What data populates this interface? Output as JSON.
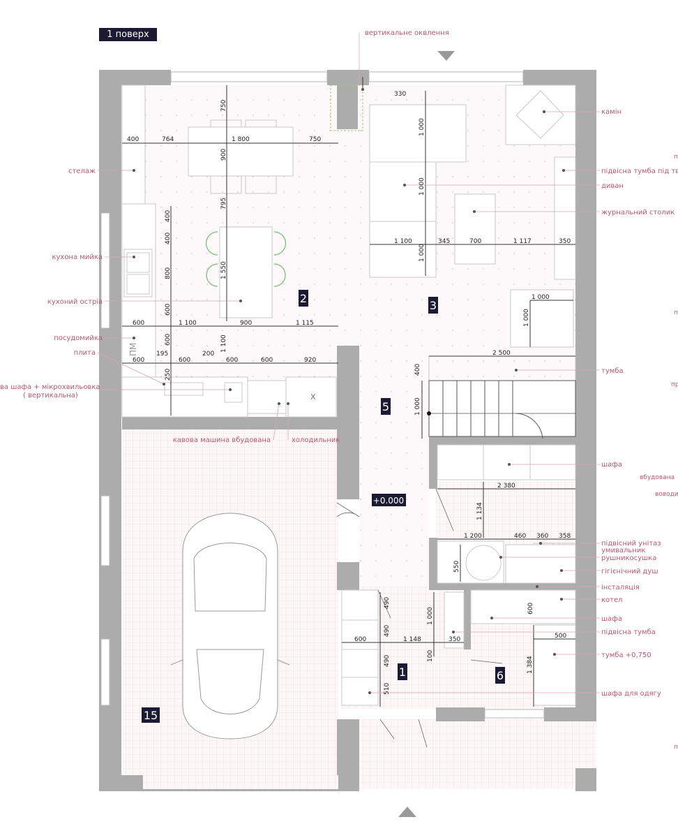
{
  "floor_label": "1 поверх",
  "level_mark": "+0.000",
  "stair_mark": "ПМ",
  "fridge_mark": "X",
  "rooms": [
    "2",
    "3",
    "5",
    "1",
    "6",
    "15"
  ],
  "labels": {
    "vertical_ventilation": "вертикальне оквлення",
    "fireplace": "камін",
    "tv_cabinet": "підвісна тумба під тв",
    "sofa": "диван",
    "coffee_table": "журнальний столик",
    "cabinet": "тумба",
    "wardrobe": "шафа",
    "urinal": "підвісний унітаз",
    "washbasin": "умивальник",
    "towel_dryer": "рушникосушка",
    "hygienic_shower": "гігієнічний душ",
    "installation": "інсталяція",
    "boiler": "котел",
    "wardrobe_2": "шафа",
    "hanging_cabinet": "підвісна тумба",
    "cabinet_750": "тумба +0,750",
    "clothes_wardrobe": "шафа для одягу",
    "shelving": "стелаж",
    "kitchen_sink": "кухона мийка",
    "kitchen_island": "кухоний острів",
    "dishwasher": "посудомийка",
    "stove": "плита",
    "oven_microwave": "ва шафа + мікрохвильовка",
    "oven_microwave_2": "( вертикальна)",
    "coffee_machine": "кавова машина вбудована",
    "fridge": "холодильник"
  },
  "side_fragments": [
    "п",
    "п",
    "пр",
    "вбудована",
    "воводи",
    "п"
  ],
  "dims": {
    "d330": "330",
    "d750a": "750",
    "d400": "400",
    "d764": "764",
    "d1800": "1 800",
    "d750b": "750",
    "d900v": "900",
    "d795": "795",
    "d1000a": "1 000",
    "d1000b": "1 000",
    "d1100a": "1 100",
    "d345": "345",
    "d700": "700",
    "d1117": "1 117",
    "d350a": "350",
    "d1000c": "1 000",
    "d400b": "400",
    "d400c": "400",
    "d800": "800",
    "d1550": "1 550",
    "d600a": "600",
    "d600b": "600",
    "d1100b": "1 100",
    "d900": "900",
    "d1115": "1 115",
    "d1000d": "1 000",
    "d1000e": "1 000",
    "d600c": "600",
    "d195": "195",
    "d200": "200",
    "d1100c": "1 100",
    "d600d": "600",
    "d600e": "600",
    "d600f": "600",
    "d920": "920",
    "d250": "250",
    "d2500": "2 500",
    "d400d": "400",
    "d1000f": "1 000",
    "d2380": "2 380",
    "d1134": "1 134",
    "d1200": "1 200",
    "d460": "460",
    "d360": "360",
    "d358": "358",
    "d550": "550",
    "d490a": "490",
    "d490b": "490",
    "d490c": "490",
    "d510": "510",
    "d600g": "600",
    "d1148": "1 148",
    "d350b": "350",
    "d1000g": "1 000",
    "d100": "100",
    "d600h": "600",
    "d500": "500",
    "d1384": "1 384"
  }
}
